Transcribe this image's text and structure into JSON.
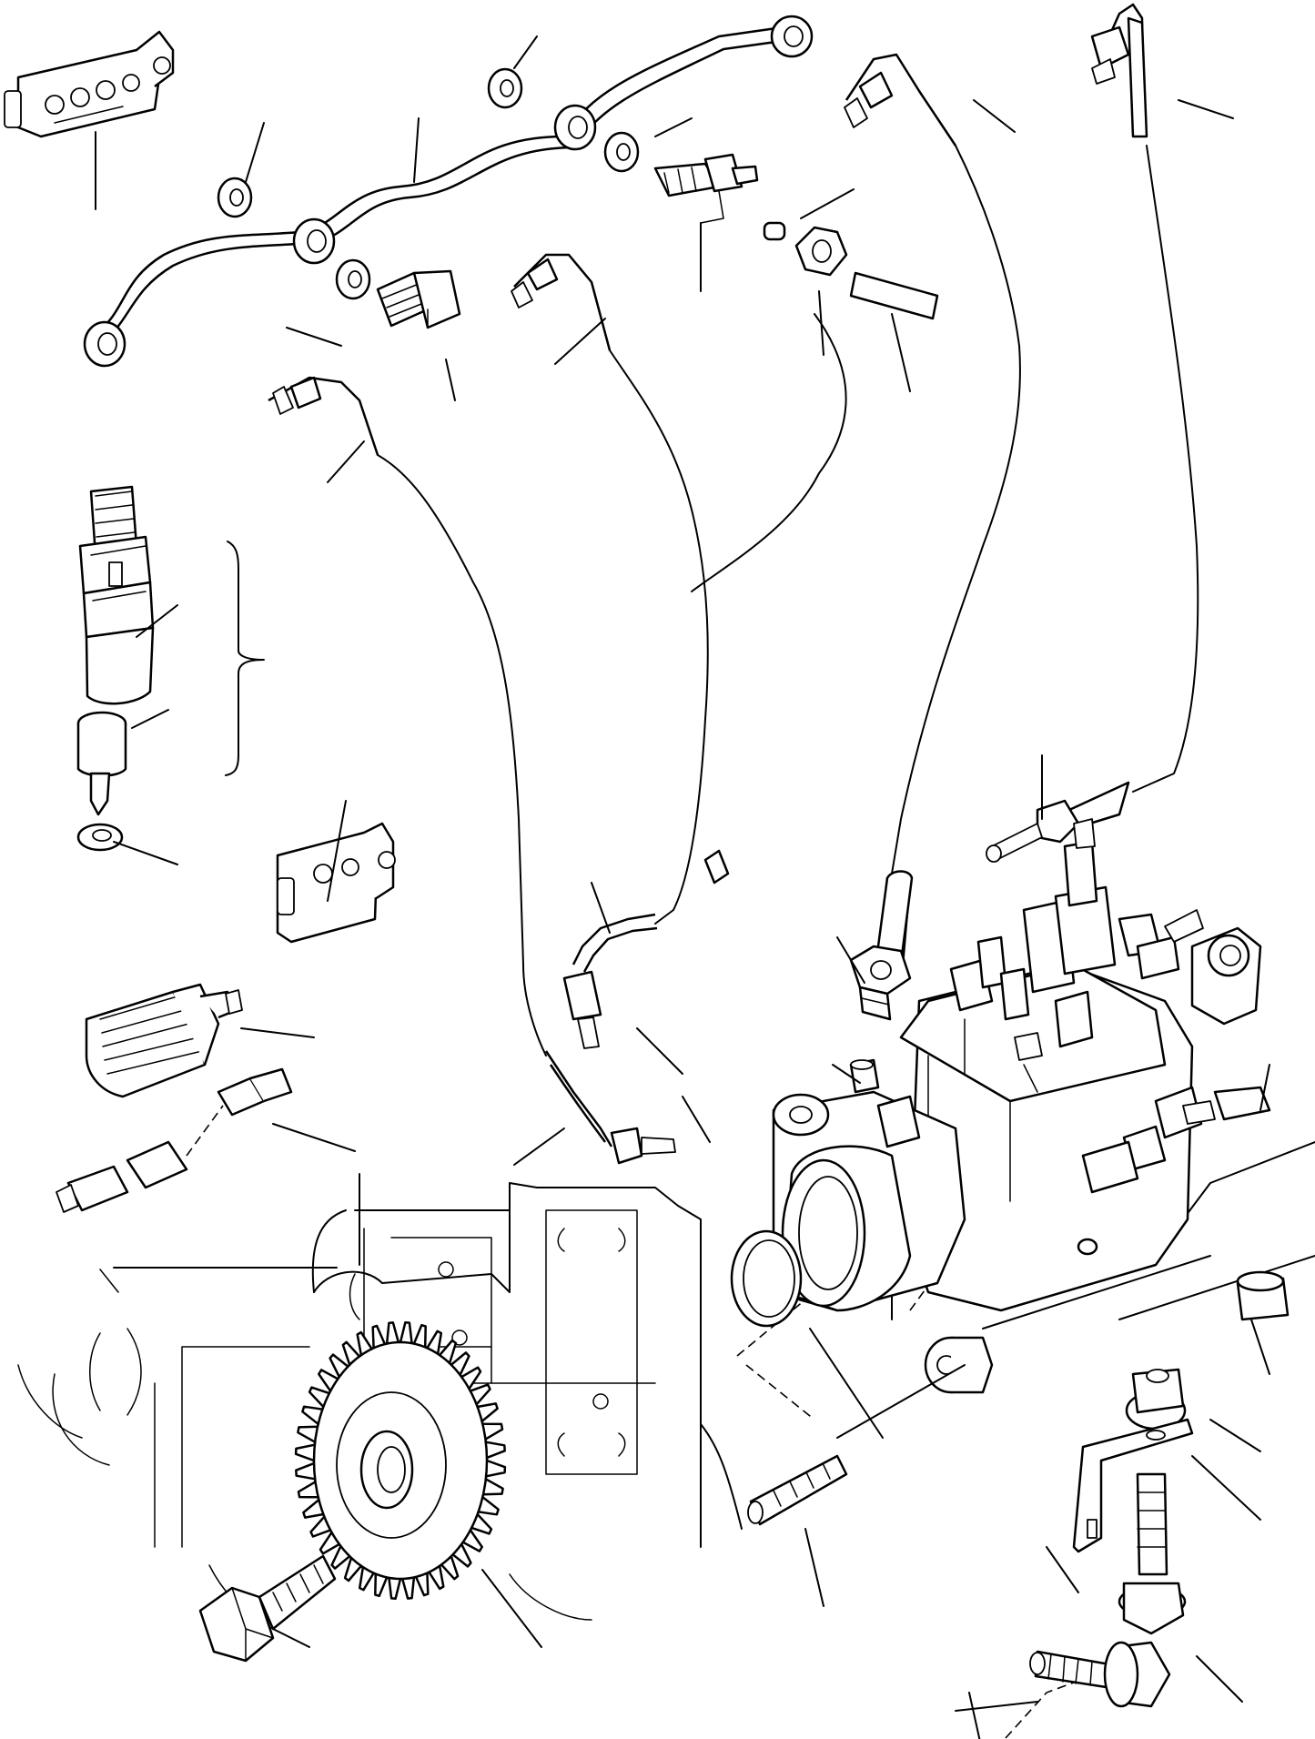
{
  "diagram": {
    "type": "exploded-parts-view",
    "subject_icon": "fuel-injection-pump-assembly",
    "colors": {
      "line": "#000000",
      "background": "#ffffff"
    },
    "parts_shown": [
      "injector-clamp",
      "fuel-leak-off-pipe",
      "washer",
      "banjo-bolt",
      "bleed-screw",
      "injection-pipe-1",
      "injection-pipe-2",
      "injection-pipe-3",
      "injection-pipe-4",
      "injector-nozzle-holder",
      "injector-nozzle",
      "nozzle-seat-washer",
      "pipe-clamp",
      "temperature-sender",
      "wire-connector",
      "injection-pump",
      "pump-drive-gear",
      "gear-bolt",
      "o-ring",
      "stud",
      "nut",
      "bracket",
      "bolt",
      "sleeve",
      "timing-cover"
    ],
    "callout_count": 38,
    "printed_text": []
  }
}
